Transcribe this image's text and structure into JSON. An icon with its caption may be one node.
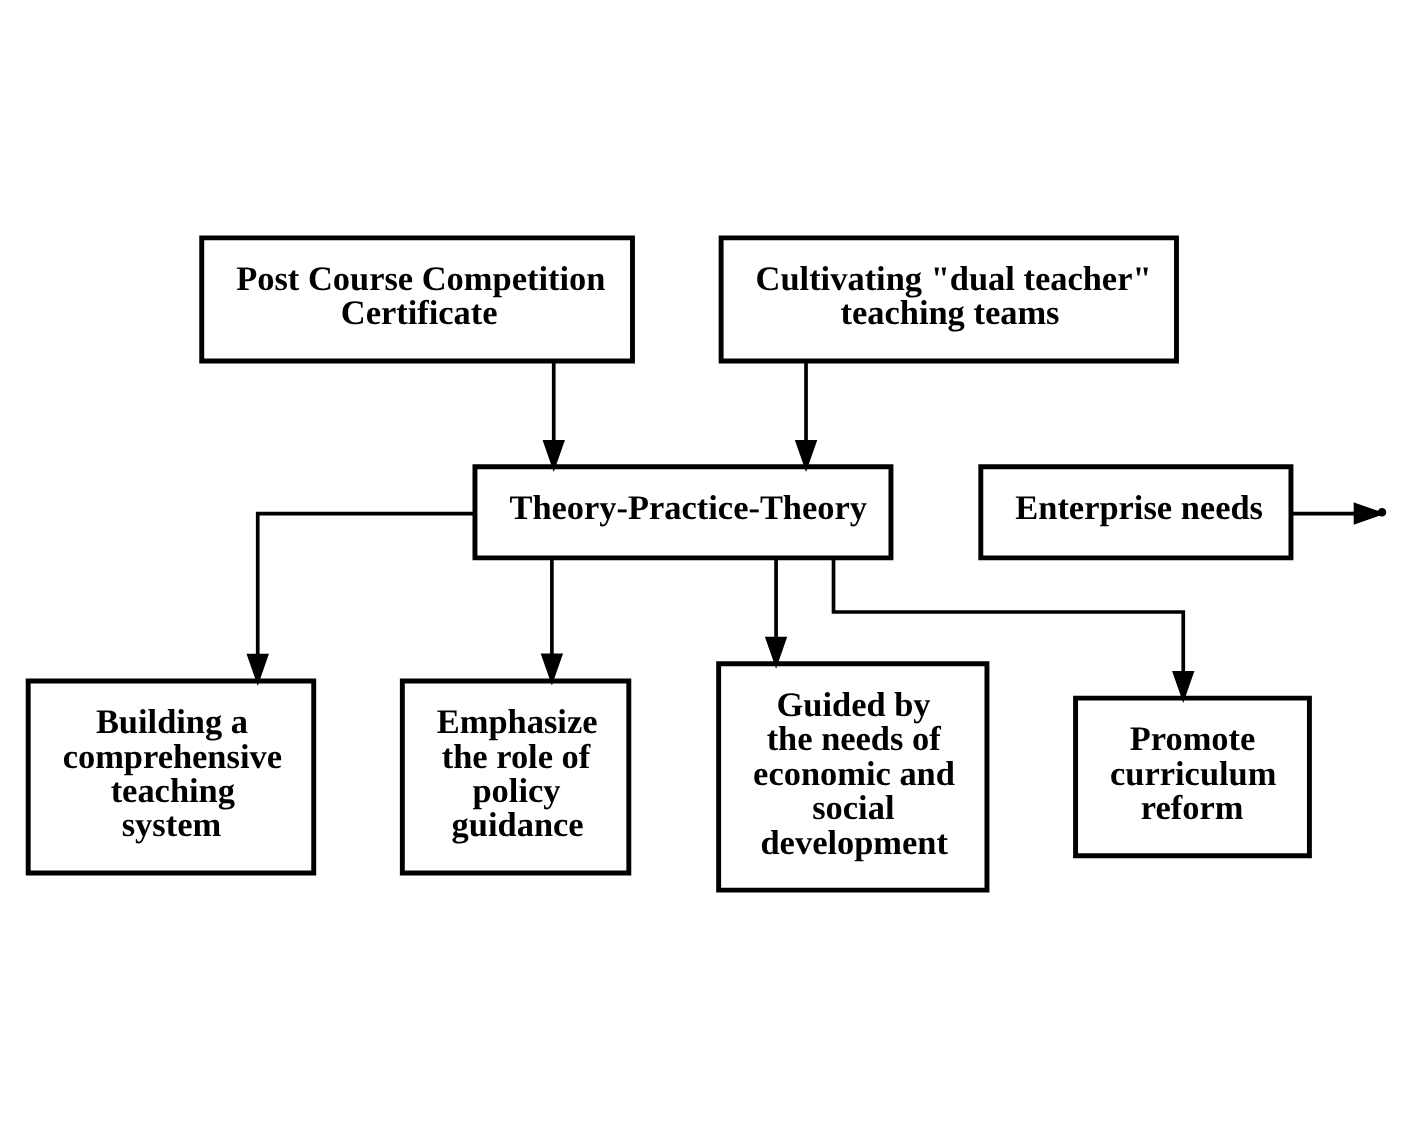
{
  "diagram": {
    "nodes": [
      {
        "text": [
          "Post Course Competition Certificate"
        ]
      },
      {
        "text": [
          "Cultivating \"dual teacher\" teaching teams"
        ]
      },
      {
        "text": [
          "Theory-Practice-Theory"
        ]
      },
      {
        "text": [
          "Enterprise needs"
        ]
      },
      {
        "text": [
          "Building a comprehensive teaching system"
        ]
      },
      {
        "text": [
          "Emphasize the role of policy guidance"
        ]
      },
      {
        "text": [
          "Guided by the needs of economic and social development"
        ]
      },
      {
        "text": [
          "Promote curriculum reform"
        ]
      }
    ],
    "edges": [
      {
        "from": 0,
        "to": 2,
        "arrow": "to"
      },
      {
        "from": 1,
        "to": 2,
        "arrow": "to"
      },
      {
        "from": 3,
        "to": null,
        "arrow": "to"
      },
      {
        "from": 2,
        "to": 4,
        "arrow": "to"
      },
      {
        "from": 2,
        "to": 5,
        "arrow": "to"
      },
      {
        "from": 2,
        "to": 6,
        "arrow": "to"
      },
      {
        "from": 2,
        "to": 7,
        "arrow": "to"
      }
    ]
  }
}
